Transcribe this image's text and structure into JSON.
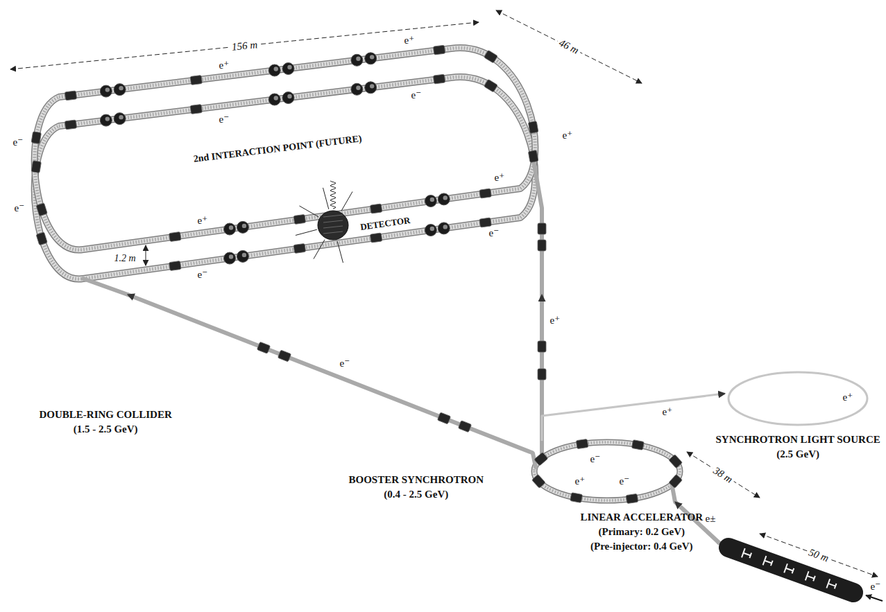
{
  "diagram": {
    "nodes": [
      {
        "text": [
          "DOUBLE-RING COLLIDER",
          "(1.5 - 2.5 GeV)"
        ]
      },
      {
        "text": [
          "DETECTOR"
        ],
        "in": 0
      },
      {
        "text": [
          "SYNCHROTRON LIGHT SOURCE",
          "(2.5 GeV)"
        ]
      },
      {
        "text": [
          "BOOSTER SYNCHROTRON",
          "(0.4 - 2.5 GeV)"
        ]
      },
      {
        "text": [
          "LINEAR ACCELERATOR",
          "(Primary: 0.2 GeV)",
          "(Pre-injector: 0.4 GeV)"
        ]
      }
    ],
    "edges": [
      {
        "from": 3,
        "to": 0,
        "arrow": "to",
        "label": "e⁺"
      },
      {
        "from": 3,
        "to": 0,
        "arrow": "to",
        "label": "e⁻"
      },
      {
        "from": 3,
        "to": 2,
        "arrow": "to",
        "label": "e⁺"
      },
      {
        "from": 4,
        "to": 3,
        "arrow": "to",
        "label": "e±"
      }
    ],
    "labels": [
      "156 m",
      "46 m",
      "2nd INTERACTION POINT (FUTURE)",
      "e⁺",
      "e⁻",
      "e⁺",
      "e⁻",
      "e⁺",
      "e⁻",
      "e⁻",
      "e⁺",
      "e⁻",
      "e⁺",
      "e⁻",
      "1.2 m",
      "e⁻",
      "e⁺",
      "e⁻",
      "38 m",
      "50 m",
      "e⁺",
      "e⁻"
    ]
  }
}
